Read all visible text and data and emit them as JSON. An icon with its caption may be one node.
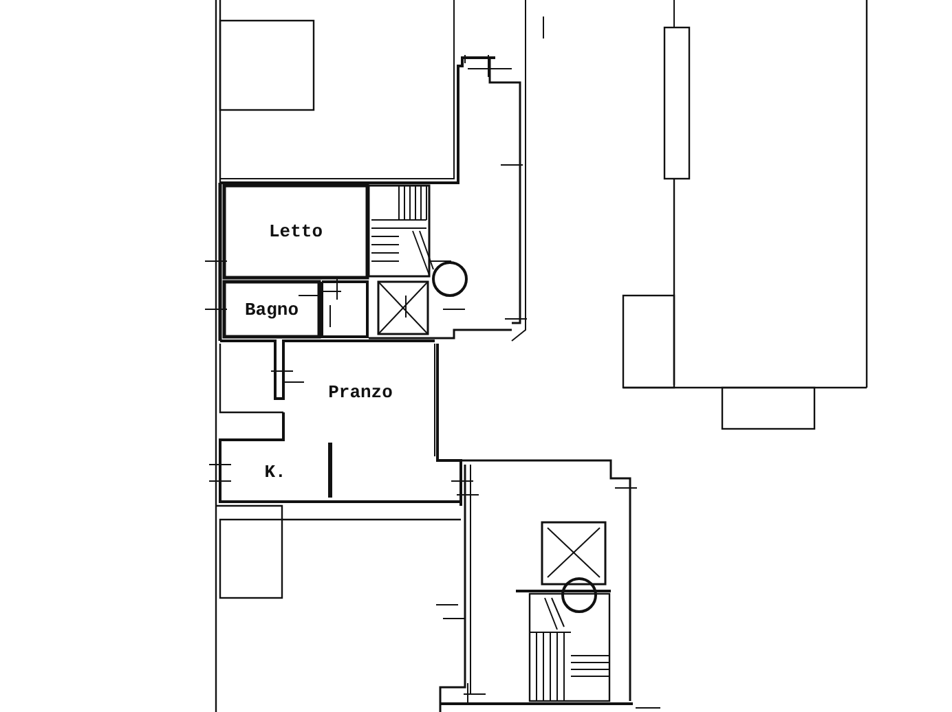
{
  "diagram": {
    "nodes": [
      {
        "text": [
          "Letto"
        ]
      },
      {
        "text": [
          "Bagno"
        ]
      },
      {
        "text": [
          "Pranzo"
        ]
      },
      {
        "text": [
          "K."
        ]
      }
    ]
  }
}
